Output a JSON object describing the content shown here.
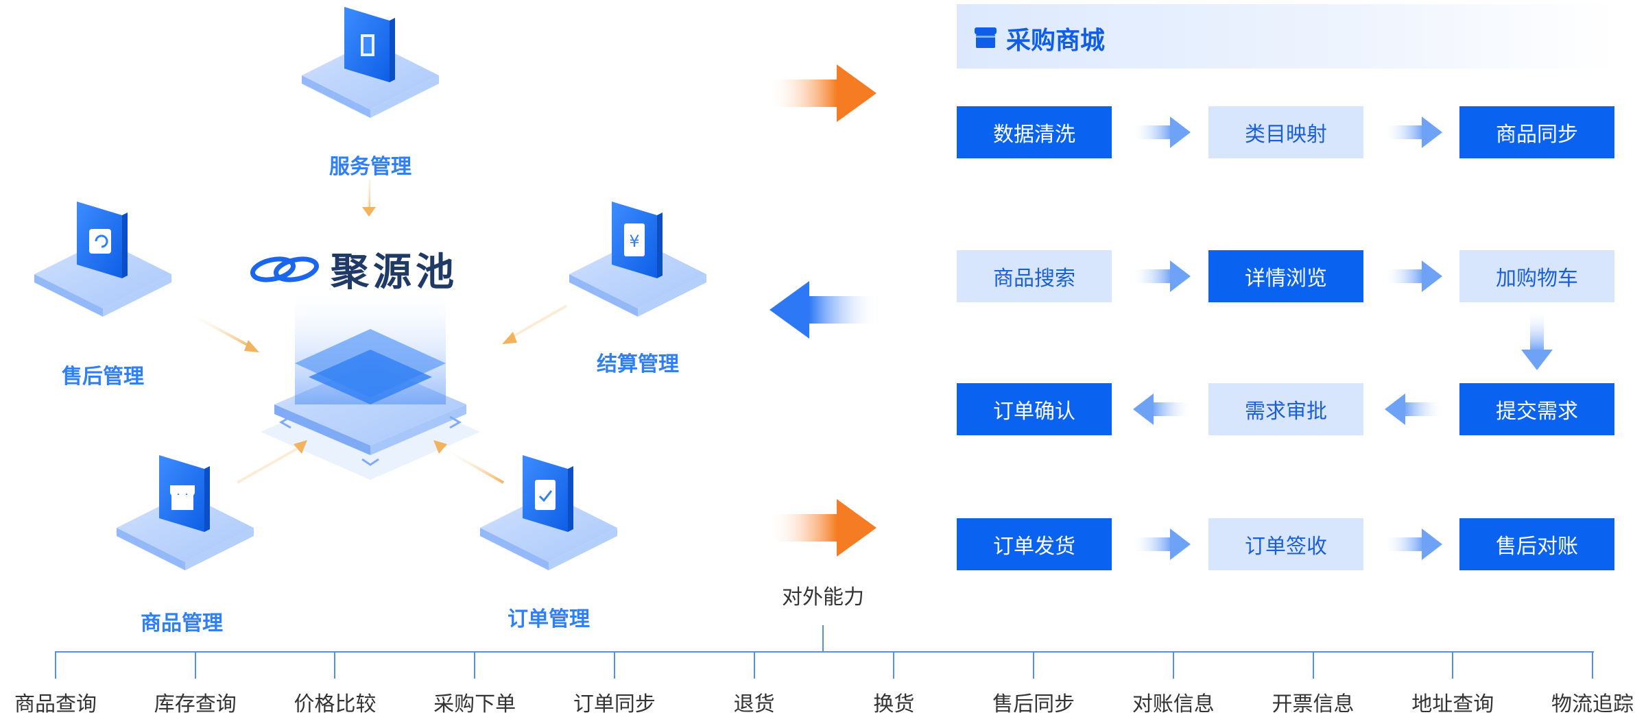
{
  "brand": {
    "name": "聚源池"
  },
  "modules": {
    "service": "服务管理",
    "after_sales": "售后管理",
    "settlement": "结算管理",
    "product": "商品管理",
    "order": "订单管理"
  },
  "mall": {
    "title": "采购商城",
    "rows": [
      [
        {
          "label": "数据清洗",
          "style": "dark"
        },
        {
          "label": "类目映射",
          "style": "light"
        },
        {
          "label": "商品同步",
          "style": "dark"
        }
      ],
      [
        {
          "label": "商品搜索",
          "style": "light"
        },
        {
          "label": "详情浏览",
          "style": "dark"
        },
        {
          "label": "加购物车",
          "style": "light"
        }
      ],
      [
        {
          "label": "订单确认",
          "style": "dark"
        },
        {
          "label": "需求审批",
          "style": "light"
        },
        {
          "label": "提交需求",
          "style": "dark"
        }
      ],
      [
        {
          "label": "订单发货",
          "style": "dark"
        },
        {
          "label": "订单签收",
          "style": "light"
        },
        {
          "label": "售后对账",
          "style": "dark"
        }
      ]
    ]
  },
  "external": {
    "title": "对外能力",
    "items": [
      "商品查询",
      "库存查询",
      "价格比较",
      "采购下单",
      "订单同步",
      "退货",
      "换货",
      "售后同步",
      "对账信息",
      "开票信息",
      "地址查询",
      "物流追踪"
    ]
  },
  "colors": {
    "primary": "#0a63f0",
    "light": "#d8e6fd",
    "accent_orange": "#f57c23",
    "label_blue": "#2f7ff5"
  }
}
